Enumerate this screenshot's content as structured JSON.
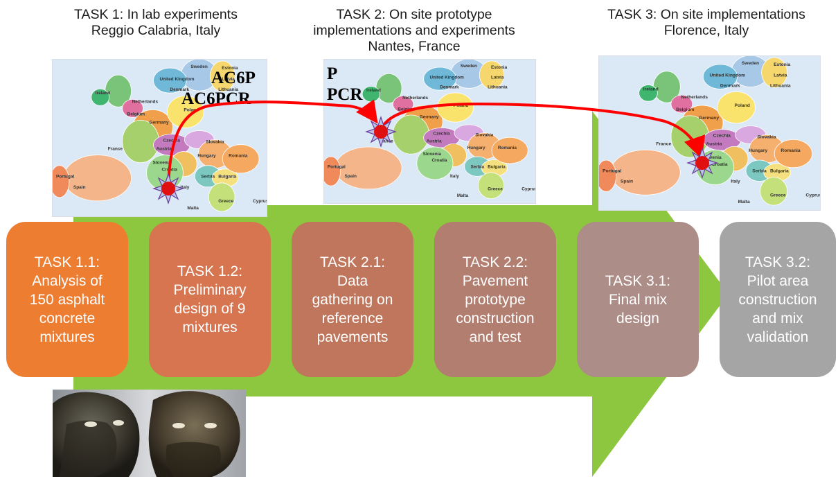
{
  "headers": [
    {
      "line1": "TASK 1: In lab experiments",
      "line2": "Reggio Calabria, Italy",
      "line3": ""
    },
    {
      "line1": "TASK 2: On site prototype",
      "line2": "implementations and experiments",
      "line3": "Nantes, France"
    },
    {
      "line1": "TASK 3: On site implementations",
      "line2": "Florence, Italy",
      "line3": ""
    }
  ],
  "material_labels": {
    "task1": [
      "AC6P",
      "AC6PCR"
    ],
    "task2": [
      "P",
      "PCR"
    ]
  },
  "tasks": [
    {
      "id": "task-1-1",
      "lines": [
        "TASK 1.1:",
        "Analysis of",
        "150 asphalt",
        "concrete",
        "mixtures"
      ],
      "color": "#ed7d31"
    },
    {
      "id": "task-1-2",
      "lines": [
        "TASK 1.2:",
        "Preliminary",
        "design of 9",
        "mixtures"
      ],
      "color": "#d67550"
    },
    {
      "id": "task-2-1",
      "lines": [
        "TASK 2.1:",
        "Data",
        "gathering on",
        "reference",
        "pavements"
      ],
      "color": "#c0765c"
    },
    {
      "id": "task-2-2",
      "lines": [
        "TASK 2.2:",
        "Pavement",
        "prototype",
        "construction",
        "and test"
      ],
      "color": "#b27e70"
    },
    {
      "id": "task-3-1",
      "lines": [
        "TASK 3.1:",
        "Final mix",
        "design"
      ],
      "color": "#ad8d87"
    },
    {
      "id": "task-3-2",
      "lines": [
        "TASK 3.2:",
        "Pilot area",
        "construction",
        "and mix",
        "validation"
      ],
      "color": "#a5a5a5"
    }
  ],
  "map_country_labels": [
    "Sweden",
    "Estonia",
    "United Kingdom",
    "Latvia",
    "Denmark",
    "Lithuania",
    "Netherlands",
    "Ireland",
    "Belgium",
    "Germany",
    "Poland",
    "Czechia",
    "Slovakia",
    "France",
    "Austria",
    "Hungary",
    "Slovenia",
    "Romania",
    "Croatia",
    "Serbia",
    "Bulgaria",
    "Portugal",
    "Spain",
    "Italy",
    "Greece",
    "Malta",
    "Cyprus"
  ],
  "colors": {
    "arrow": "#8dc63f",
    "flow_arrow": "#ff0000",
    "marker": "#e01010",
    "sea": "#dbe8f5"
  }
}
